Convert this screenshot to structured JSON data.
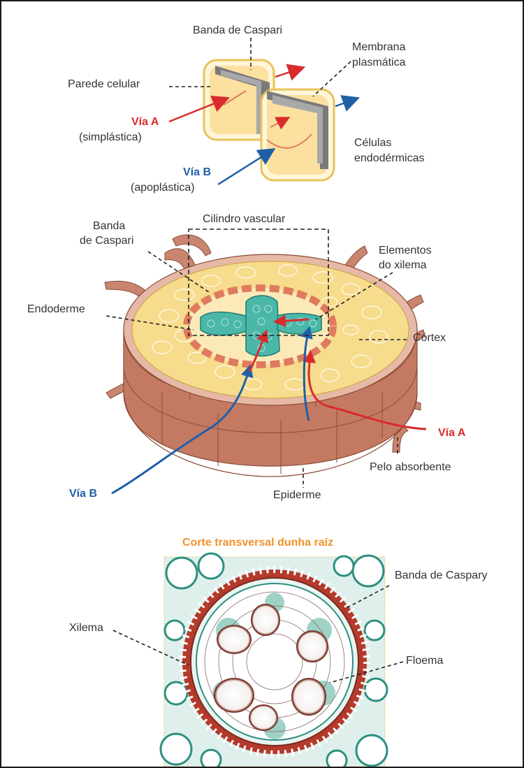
{
  "colors": {
    "path_a": "#d92b2b",
    "path_b": "#1f5fa8",
    "cell_fill": "#fbe0a0",
    "cell_border": "#e8b84a",
    "endodermis_band": "#e07a5f",
    "xylem": "#4bb7a8",
    "epidermis": "#c9826a",
    "section_title": "#f0922b"
  },
  "top_diagram": {
    "banda_de_caspari": "Banda de Caspari",
    "membrana_line1": "Membrana",
    "membrana_line2": "plasmática",
    "parede_celular": "Parede celular",
    "via_a": "Vía A",
    "via_a_sub": "(simplástica)",
    "via_b": "Vía B",
    "via_b_sub": "(apoplástica)",
    "celulas_line1": "Células",
    "celulas_line2": "endodérmicas"
  },
  "root_diagram": {
    "banda_line1": "Banda",
    "banda_line2": "de Caspari",
    "cilindro_vascular": "Cilindro vascular",
    "elementos_line1": "Elementos",
    "elementos_line2": "do xilema",
    "endoderme": "Endoderme",
    "cortex": "Córtex",
    "via_a": "Vía A",
    "pelo_absorbente": "Pelo absorbente",
    "via_b": "Vía B",
    "epiderme": "Epiderme"
  },
  "micrograph": {
    "title": "Corte transversal dunha raíz",
    "banda_de_caspary": "Banda de Caspary",
    "xilema": "Xilema",
    "floema": "Floema"
  }
}
